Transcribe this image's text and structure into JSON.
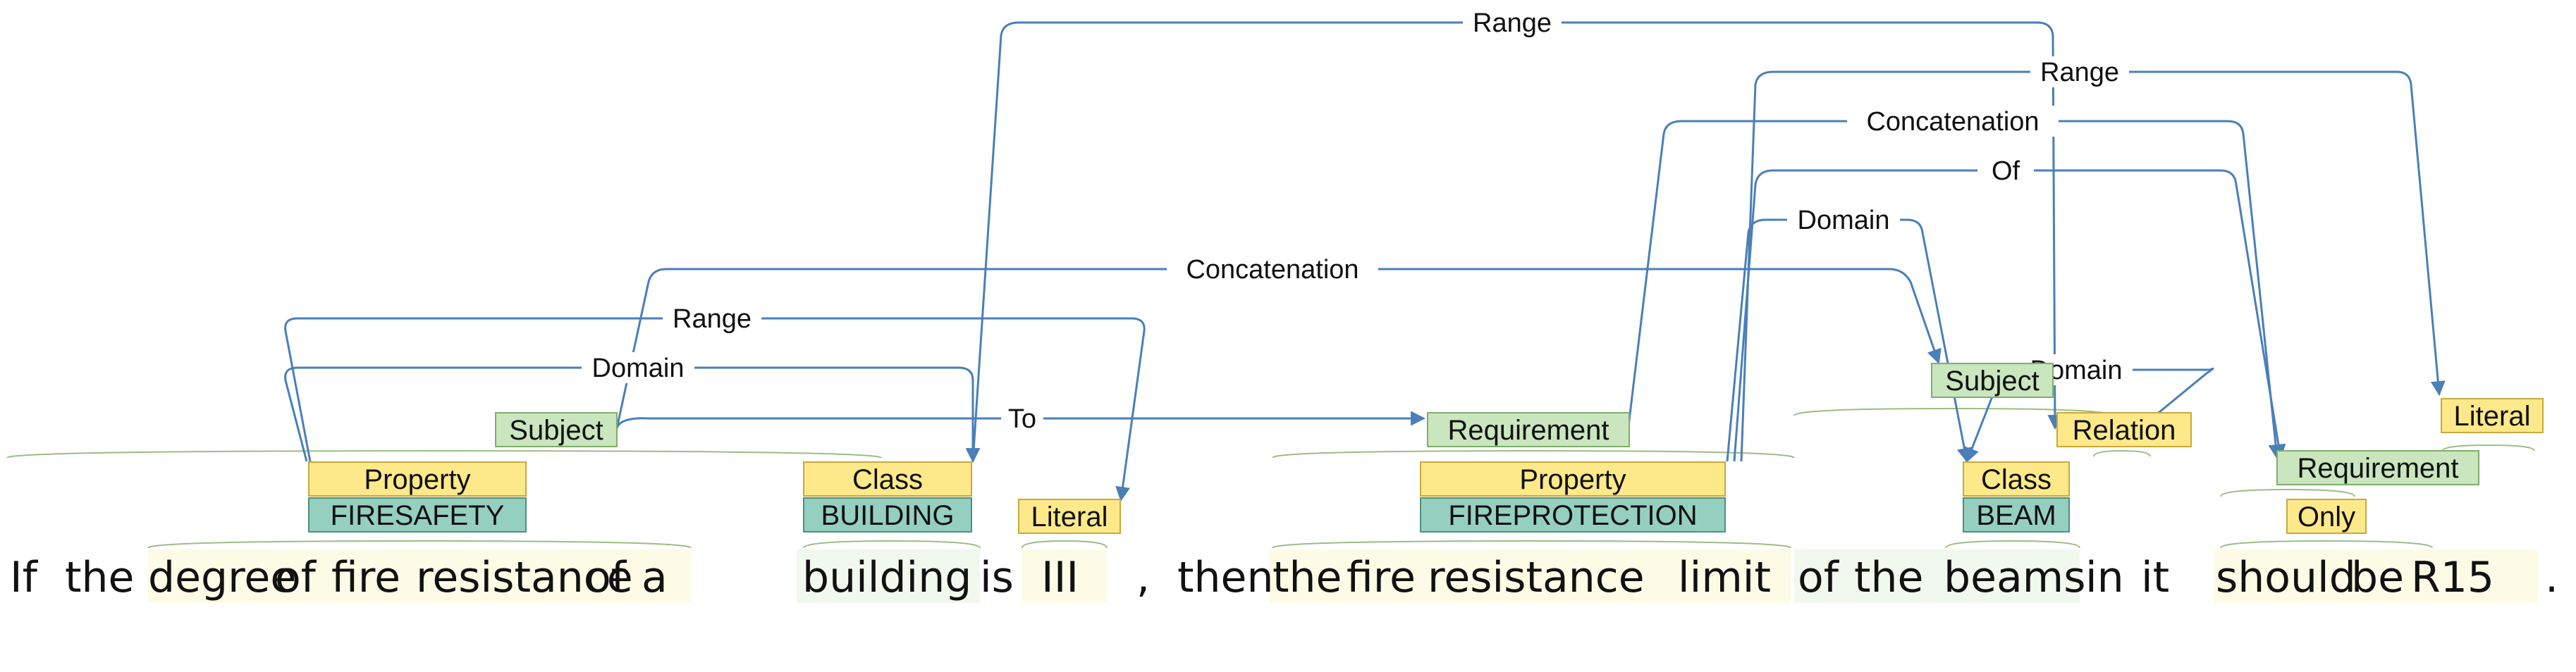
{
  "colors": {
    "arc": "#4a7fb8",
    "yellow_box": "#fde98a",
    "yellow_border": "#c9a93a",
    "green_box": "#c9e6bf",
    "green_border": "#7fae6c",
    "teal_box": "#95cfc0",
    "teal_border": "#4e8f80",
    "brace": "#9bbd84",
    "token_bg_yellow": "#fdfbe6",
    "token_bg_green": "#f1f8ee"
  },
  "tokens": [
    "If",
    "the",
    "degree",
    "of",
    "fire",
    "resistance",
    "of",
    "a",
    "building",
    "is",
    "III",
    ",",
    "then",
    "the",
    "fire",
    "resistance",
    "limit",
    "of",
    "the",
    "beams",
    "in",
    "it",
    "should",
    "be",
    "R15",
    "."
  ],
  "labels": {
    "property_firesafety_type": "Property",
    "property_firesafety_value": "FIRESAFETY",
    "class_building_type": "Class",
    "class_building_value": "BUILDING",
    "literal_iii": "Literal",
    "subject_1": "Subject",
    "requirement_1": "Requirement",
    "property_fireprotection_type": "Property",
    "property_fireprotection_value": "FIREPROTECTION",
    "class_beam_type": "Class",
    "class_beam_value": "BEAM",
    "subject_2": "Subject",
    "relation": "Relation",
    "requirement_2": "Requirement",
    "only": "Only",
    "literal_r15": "Literal"
  },
  "arcs": {
    "range_top": "Range",
    "range_2": "Range",
    "concat_1": "Concatenation",
    "of": "Of",
    "domain_1": "Domain",
    "concat_2": "Concatenation",
    "range_left": "Range",
    "domain_left": "Domain",
    "to": "To",
    "domain_right": "Domain"
  }
}
